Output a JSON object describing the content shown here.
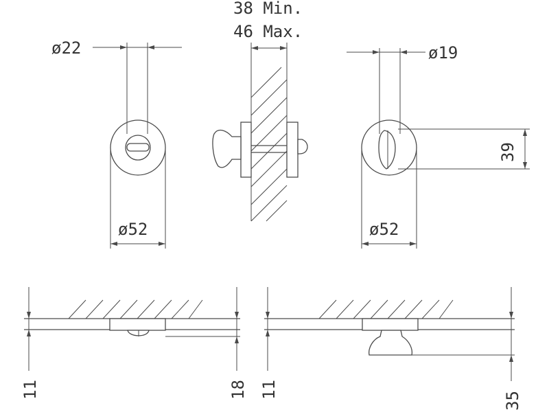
{
  "dimensions": {
    "top_left_diameter": "ø22",
    "range_min": "38 Min.",
    "range_max": "46 Max.",
    "top_right_diameter": "ø19",
    "right_height": "39",
    "left_base_diameter": "ø52",
    "right_base_diameter": "ø52",
    "bottom_left_offset": "11",
    "bottom_left_projection": "18",
    "bottom_right_offset": "11",
    "bottom_right_projection": "35"
  },
  "colors": {
    "line": "#4a4a4a",
    "text": "#333333",
    "background": "#ffffff"
  }
}
